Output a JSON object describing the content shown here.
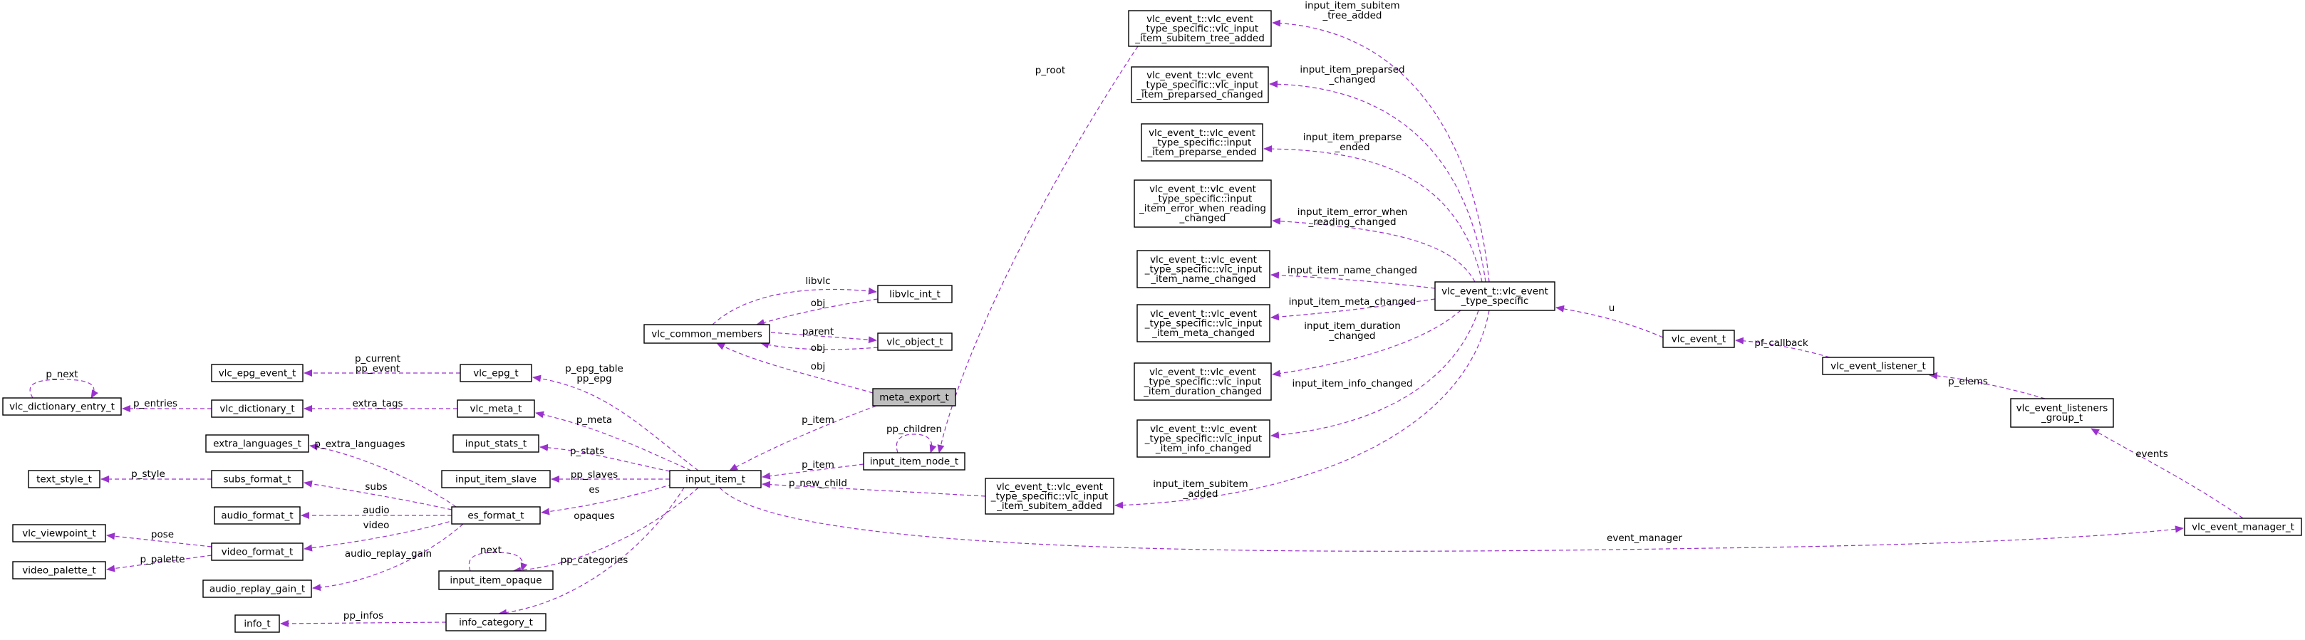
{
  "diagram": {
    "nodes": [
      {
        "id": "vlc_dictionary_entry_t",
        "lines": [
          "vlc_dictionary_entry_t"
        ],
        "focus": false
      },
      {
        "id": "vlc_epg_event_t",
        "lines": [
          "vlc_epg_event_t"
        ],
        "focus": false
      },
      {
        "id": "vlc_dictionary_t",
        "lines": [
          "vlc_dictionary_t"
        ],
        "focus": false
      },
      {
        "id": "extra_languages_t",
        "lines": [
          "extra_languages_t"
        ],
        "focus": false
      },
      {
        "id": "text_style_t",
        "lines": [
          "text_style_t"
        ],
        "focus": false
      },
      {
        "id": "subs_format_t",
        "lines": [
          "subs_format_t"
        ],
        "focus": false
      },
      {
        "id": "audio_format_t",
        "lines": [
          "audio_format_t"
        ],
        "focus": false
      },
      {
        "id": "vlc_viewpoint_t",
        "lines": [
          "vlc_viewpoint_t"
        ],
        "focus": false
      },
      {
        "id": "video_format_t",
        "lines": [
          "video_format_t"
        ],
        "focus": false
      },
      {
        "id": "video_palette_t",
        "lines": [
          "video_palette_t"
        ],
        "focus": false
      },
      {
        "id": "audio_replay_gain_t",
        "lines": [
          "audio_replay_gain_t"
        ],
        "focus": false
      },
      {
        "id": "info_t",
        "lines": [
          "info_t"
        ],
        "focus": false
      },
      {
        "id": "vlc_epg_t",
        "lines": [
          "vlc_epg_t"
        ],
        "focus": false
      },
      {
        "id": "vlc_meta_t",
        "lines": [
          "vlc_meta_t"
        ],
        "focus": false
      },
      {
        "id": "input_stats_t",
        "lines": [
          "input_stats_t"
        ],
        "focus": false
      },
      {
        "id": "input_item_slave",
        "lines": [
          "input_item_slave"
        ],
        "focus": false
      },
      {
        "id": "es_format_t",
        "lines": [
          "es_format_t"
        ],
        "focus": false
      },
      {
        "id": "input_item_opaque",
        "lines": [
          "input_item_opaque"
        ],
        "focus": false
      },
      {
        "id": "info_category_t",
        "lines": [
          "info_category_t"
        ],
        "focus": false
      },
      {
        "id": "vlc_common_members",
        "lines": [
          "vlc_common_members"
        ],
        "focus": false
      },
      {
        "id": "libvlc_int_t",
        "lines": [
          "libvlc_int_t"
        ],
        "focus": false
      },
      {
        "id": "vlc_object_t",
        "lines": [
          "vlc_object_t"
        ],
        "focus": false
      },
      {
        "id": "meta_export_t",
        "lines": [
          "meta_export_t"
        ],
        "focus": true
      },
      {
        "id": "input_item_t",
        "lines": [
          "input_item_t"
        ],
        "focus": false
      },
      {
        "id": "input_item_node_t",
        "lines": [
          "input_item_node_t"
        ],
        "focus": false
      },
      {
        "id": "ev_subitem_added",
        "lines": [
          "vlc_event_t::vlc_event",
          "_type_specific::vlc_input",
          "_item_subitem_added"
        ],
        "focus": false
      },
      {
        "id": "ev_subitem_tree_added",
        "lines": [
          "vlc_event_t::vlc_event",
          "_type_specific::vlc_input",
          "_item_subitem_tree_added"
        ],
        "focus": false
      },
      {
        "id": "ev_preparsed_changed",
        "lines": [
          "vlc_event_t::vlc_event",
          "_type_specific::vlc_input",
          "_item_preparsed_changed"
        ],
        "focus": false
      },
      {
        "id": "ev_preparse_ended",
        "lines": [
          "vlc_event_t::vlc_event",
          "_type_specific::input",
          "_item_preparse_ended"
        ],
        "focus": false
      },
      {
        "id": "ev_error_when_reading",
        "lines": [
          "vlc_event_t::vlc_event",
          "_type_specific::input",
          "_item_error_when_reading",
          "_changed"
        ],
        "focus": false
      },
      {
        "id": "ev_name_changed",
        "lines": [
          "vlc_event_t::vlc_event",
          "_type_specific::vlc_input",
          "_item_name_changed"
        ],
        "focus": false
      },
      {
        "id": "ev_meta_changed",
        "lines": [
          "vlc_event_t::vlc_event",
          "_type_specific::vlc_input",
          "_item_meta_changed"
        ],
        "focus": false
      },
      {
        "id": "ev_duration_changed",
        "lines": [
          "vlc_event_t::vlc_event",
          "_type_specific::vlc_input",
          "_item_duration_changed"
        ],
        "focus": false
      },
      {
        "id": "ev_info_changed",
        "lines": [
          "vlc_event_t::vlc_event",
          "_type_specific::vlc_input",
          "_item_info_changed"
        ],
        "focus": false
      },
      {
        "id": "vlc_event_type_specific",
        "lines": [
          "vlc_event_t::vlc_event",
          "_type_specific"
        ],
        "focus": false
      },
      {
        "id": "vlc_event_t",
        "lines": [
          "vlc_event_t"
        ],
        "focus": false
      },
      {
        "id": "vlc_event_listener_t",
        "lines": [
          "vlc_event_listener_t"
        ],
        "focus": false
      },
      {
        "id": "vlc_event_listeners_group_t",
        "lines": [
          "vlc_event_listeners",
          "_group_t"
        ],
        "focus": false
      },
      {
        "id": "vlc_event_manager_t",
        "lines": [
          "vlc_event_manager_t"
        ],
        "focus": false
      }
    ],
    "edges": [
      {
        "id": "e1",
        "from": "vlc_dictionary_entry_t",
        "to": "vlc_dictionary_entry_t",
        "label": [
          "p_next"
        ]
      },
      {
        "id": "e2",
        "from": "vlc_dictionary_t",
        "to": "vlc_dictionary_entry_t",
        "label": [
          "p_entries"
        ]
      },
      {
        "id": "e3",
        "from": "vlc_epg_t",
        "to": "vlc_epg_event_t",
        "label": [
          "p_current",
          "pp_event"
        ]
      },
      {
        "id": "e4",
        "from": "vlc_meta_t",
        "to": "vlc_dictionary_t",
        "label": [
          "extra_tags"
        ]
      },
      {
        "id": "e5",
        "from": "es_format_t",
        "to": "extra_languages_t",
        "label": [
          "p_extra_languages"
        ]
      },
      {
        "id": "e6",
        "from": "subs_format_t",
        "to": "text_style_t",
        "label": [
          "p_style"
        ]
      },
      {
        "id": "e7",
        "from": "es_format_t",
        "to": "subs_format_t",
        "label": [
          "subs"
        ]
      },
      {
        "id": "e8",
        "from": "es_format_t",
        "to": "audio_format_t",
        "label": [
          "audio"
        ]
      },
      {
        "id": "e9",
        "from": "video_format_t",
        "to": "vlc_viewpoint_t",
        "label": [
          "pose"
        ]
      },
      {
        "id": "e10",
        "from": "es_format_t",
        "to": "video_format_t",
        "label": [
          "video"
        ]
      },
      {
        "id": "e11",
        "from": "video_format_t",
        "to": "video_palette_t",
        "label": [
          "p_palette"
        ]
      },
      {
        "id": "e12",
        "from": "es_format_t",
        "to": "audio_replay_gain_t",
        "label": [
          "audio_replay_gain"
        ]
      },
      {
        "id": "e13",
        "from": "info_category_t",
        "to": "info_t",
        "label": [
          "pp_infos"
        ]
      },
      {
        "id": "e14",
        "from": "input_item_t",
        "to": "vlc_epg_t",
        "label": [
          "p_epg_table",
          "pp_epg"
        ]
      },
      {
        "id": "e15",
        "from": "input_item_t",
        "to": "vlc_meta_t",
        "label": [
          "p_meta"
        ]
      },
      {
        "id": "e16",
        "from": "input_item_t",
        "to": "input_stats_t",
        "label": [
          "p_stats"
        ]
      },
      {
        "id": "e17",
        "from": "input_item_t",
        "to": "input_item_slave",
        "label": [
          "pp_slaves"
        ]
      },
      {
        "id": "e18",
        "from": "input_item_t",
        "to": "es_format_t",
        "label": [
          "es"
        ]
      },
      {
        "id": "e19",
        "from": "input_item_t",
        "to": "input_item_opaque",
        "label": [
          "opaques"
        ]
      },
      {
        "id": "e20",
        "from": "input_item_opaque",
        "to": "input_item_opaque",
        "label": [
          "next"
        ]
      },
      {
        "id": "e21",
        "from": "input_item_t",
        "to": "info_category_t",
        "label": [
          "pp_categories"
        ]
      },
      {
        "id": "e22",
        "from": "vlc_common_members",
        "to": "libvlc_int_t",
        "label": [
          "libvlc"
        ]
      },
      {
        "id": "e23",
        "from": "libvlc_int_t",
        "to": "vlc_common_members",
        "label": [
          "obj"
        ]
      },
      {
        "id": "e24",
        "from": "vlc_common_members",
        "to": "vlc_object_t",
        "label": [
          "parent"
        ]
      },
      {
        "id": "e25",
        "from": "vlc_object_t",
        "to": "vlc_common_members",
        "label": [
          "obj"
        ]
      },
      {
        "id": "e26",
        "from": "meta_export_t",
        "to": "vlc_common_members",
        "label": [
          "obj"
        ]
      },
      {
        "id": "e27",
        "from": "meta_export_t",
        "to": "input_item_t",
        "label": [
          "p_item"
        ]
      },
      {
        "id": "e28",
        "from": "input_item_node_t",
        "to": "input_item_t",
        "label": [
          "p_item"
        ]
      },
      {
        "id": "e29",
        "from": "input_item_node_t",
        "to": "input_item_node_t",
        "label": [
          "pp_children"
        ]
      },
      {
        "id": "e30",
        "from": "ev_subitem_added",
        "to": "input_item_t",
        "label": [
          "p_new_child"
        ]
      },
      {
        "id": "e31",
        "from": "ev_subitem_tree_added",
        "to": "input_item_node_t",
        "label": [
          "p_root"
        ]
      },
      {
        "id": "e32",
        "from": "input_item_t",
        "to": "vlc_event_manager_t",
        "label": [
          "event_manager"
        ]
      },
      {
        "id": "e33",
        "from": "vlc_event_type_specific",
        "to": "ev_subitem_tree_added",
        "label": [
          "input_item_subitem",
          "_tree_added"
        ]
      },
      {
        "id": "e34",
        "from": "vlc_event_type_specific",
        "to": "ev_preparsed_changed",
        "label": [
          "input_item_preparsed",
          "_changed"
        ]
      },
      {
        "id": "e35",
        "from": "vlc_event_type_specific",
        "to": "ev_preparse_ended",
        "label": [
          "input_item_preparse",
          "_ended"
        ]
      },
      {
        "id": "e36",
        "from": "vlc_event_type_specific",
        "to": "ev_error_when_reading",
        "label": [
          "input_item_error_when",
          "_reading_changed"
        ]
      },
      {
        "id": "e37",
        "from": "vlc_event_type_specific",
        "to": "ev_name_changed",
        "label": [
          "input_item_name_changed"
        ]
      },
      {
        "id": "e38",
        "from": "vlc_event_type_specific",
        "to": "ev_meta_changed",
        "label": [
          "input_item_meta_changed"
        ]
      },
      {
        "id": "e39",
        "from": "vlc_event_type_specific",
        "to": "ev_duration_changed",
        "label": [
          "input_item_duration",
          "_changed"
        ]
      },
      {
        "id": "e40",
        "from": "vlc_event_type_specific",
        "to": "ev_info_changed",
        "label": [
          "input_item_info_changed"
        ]
      },
      {
        "id": "e41",
        "from": "vlc_event_type_specific",
        "to": "ev_subitem_added",
        "label": [
          "input_item_subitem",
          "_added"
        ]
      },
      {
        "id": "e42",
        "from": "vlc_event_t",
        "to": "vlc_event_type_specific",
        "label": [
          "u"
        ]
      },
      {
        "id": "e43",
        "from": "vlc_event_listener_t",
        "to": "vlc_event_t",
        "label": [
          "pf_callback"
        ]
      },
      {
        "id": "e44",
        "from": "vlc_event_listeners_group_t",
        "to": "vlc_event_listener_t",
        "label": [
          "p_elems"
        ]
      },
      {
        "id": "e45",
        "from": "vlc_event_manager_t",
        "to": "vlc_event_listeners_group_t",
        "label": [
          "events"
        ]
      }
    ]
  },
  "colors": {
    "edge": "#9a32cd",
    "node_border": "#000000",
    "focus_fill": "#bfbfbf",
    "node_fill": "#ffffff"
  }
}
